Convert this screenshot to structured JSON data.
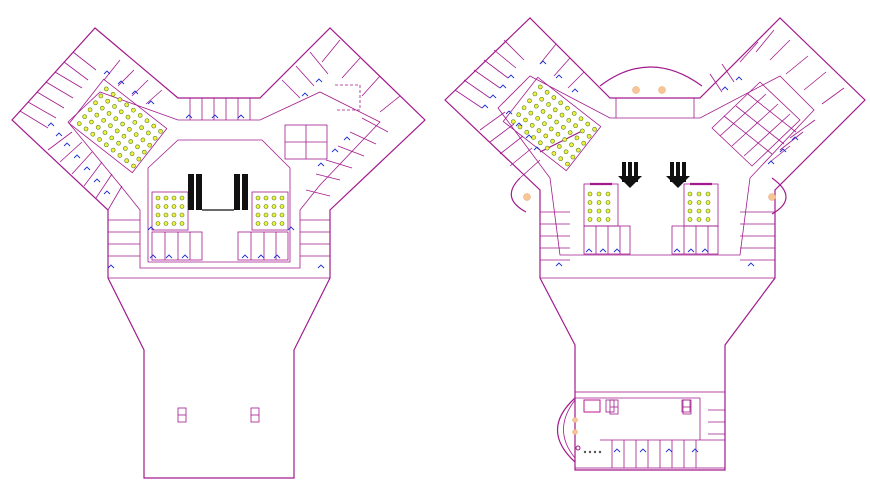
{
  "drawing": {
    "colors": {
      "background": "#ffffff",
      "wall_line": "#a21a8c",
      "door_line": "#1b2fd1",
      "seat_fill": "#f3ef40",
      "seat_stroke": "#4f7f1a",
      "light_fill": "#f8c598",
      "escalator": "#111111"
    },
    "plans": [
      {
        "name": "floor-plan-left",
        "features": [
          "seating-grid",
          "escalators",
          "lift-pair"
        ]
      },
      {
        "name": "floor-plan-right",
        "features": [
          "seating-grid",
          "escalator-arrows",
          "curved-balconies",
          "office-block"
        ]
      }
    ]
  }
}
